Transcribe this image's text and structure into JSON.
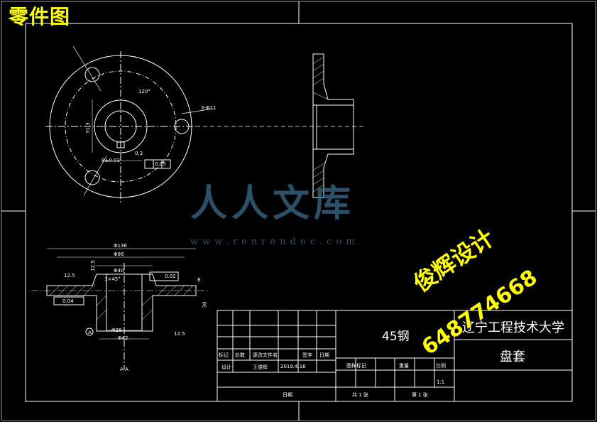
{
  "sheet_label": "零件图",
  "watermark": {
    "brand_cn": "人人文库",
    "url": "www.renrendoc.com"
  },
  "stamp": {
    "line1": "俊辉设计",
    "line2": "648774668"
  },
  "title_block": {
    "material": "45钢",
    "school": "辽宁工程技术大学",
    "part_name": "盘套",
    "scale": "1:1",
    "headers": [
      "标记",
      "处数",
      "更改文件名",
      "签字",
      "日期"
    ],
    "design_label": "设计",
    "designer": "王俊辉",
    "design_date": "2019.4.16",
    "date_label": "日期",
    "stage_labels": [
      "图样标记",
      "重量",
      "比例"
    ],
    "sheets_total": "共 1 张",
    "sheet_no": "第 1 张"
  },
  "dimensions": {
    "angle": "120°",
    "holes": "3-Φ11",
    "keyway_depth": "31.3",
    "keyway_width": "8±0.03",
    "tol1": "0.3",
    "tol2": "0.05",
    "datum_a": "A",
    "dia_outer": "Φ136",
    "dia_bolt": "Φ98",
    "dia_hub": "Φ40",
    "chamfer": "1×45°",
    "tol3": "0.02",
    "tol4": "0.04",
    "rough1": "12.5",
    "rough2": "12.5",
    "dia_bore": "Φ28",
    "dia_bore2": "Φ42",
    "height": "30",
    "flange_t": "8",
    "section_label": "A-A",
    "rough3": "12.5"
  }
}
